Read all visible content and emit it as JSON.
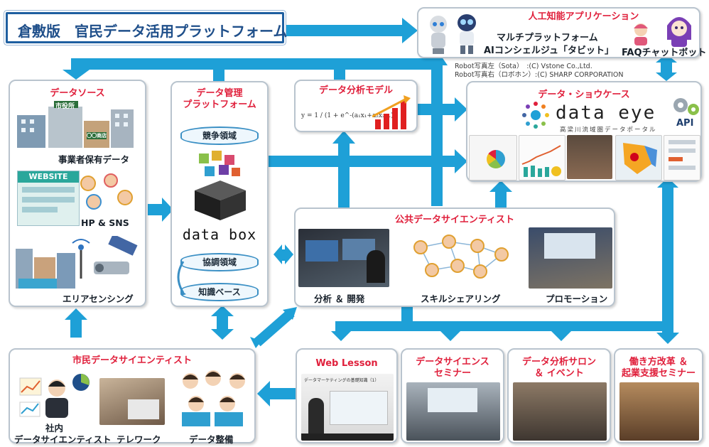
{
  "title_banner": "倉敷版　官民データ活用プラットフォーム",
  "ai_apps": {
    "title": "人工知能アプリケーション",
    "concierge_line1": "マルチプラットフォーム",
    "concierge_line2": "AIコンシェルジュ「タビット」",
    "faq_bot": "FAQチャットボット"
  },
  "credits": {
    "line1": "Robot写真左（Sota）　:(C) Vstone Co.,Ltd.",
    "line2": "Robot写真右（ロボホン）:(C) SHARP CORPORATION"
  },
  "data_source": {
    "title": "データソース",
    "city_hall_sign": "市役所",
    "shop_sign": "〇〇商店",
    "business_data": "事業者保有データ",
    "website_sign": "WEBSITE",
    "hp_sns": "HP & SNS",
    "area_sensing": "エリアセンシング"
  },
  "platform": {
    "title_line1": "データ管理",
    "title_line2": "プラットフォーム",
    "competition_area": "競争領域",
    "databox": "data box",
    "cooperation_area": "協調領域",
    "knowledge_base": "知識ベース"
  },
  "model": {
    "title": "データ分析モデル",
    "formula": "y = 1 / (1 + e^-(a₁x₁+a₂x₂...))"
  },
  "showcase": {
    "title": "データ・ショウケース",
    "logo": "data eye",
    "subtitle": "高梁川流域圏データポータル",
    "api": "API"
  },
  "public_scientist": {
    "title": "公共データサイエンティスト",
    "analysis_dev": "分析 ＆ 開発",
    "skill_sharing": "スキルシェアリング",
    "promotion": "プロモーション"
  },
  "citizen_scientist": {
    "title": "市民データサイエンティスト",
    "inhouse_line1": "社内",
    "inhouse_line2": "データサイエンティスト",
    "telework": "テレワーク",
    "data_prep": "データ整備"
  },
  "seminars": [
    {
      "title_line1": "Web Lesson",
      "title_line2": "",
      "screen_text": "データマーケティングの基礎知識（1）"
    },
    {
      "title_line1": "データサイエンス",
      "title_line2": "セミナー",
      "screen_text": ""
    },
    {
      "title_line1": "データ分析サロン",
      "title_line2": "＆ イベント",
      "screen_text": ""
    },
    {
      "title_line1": "働き方改革 ＆",
      "title_line2": "起業支援セミナー",
      "screen_text": ""
    }
  ],
  "colors": {
    "arrow": "#1ea0d7",
    "panel_title": "#e0203c",
    "banner_border": "#1f5fa0",
    "banner_text": "#1f4f8a"
  }
}
